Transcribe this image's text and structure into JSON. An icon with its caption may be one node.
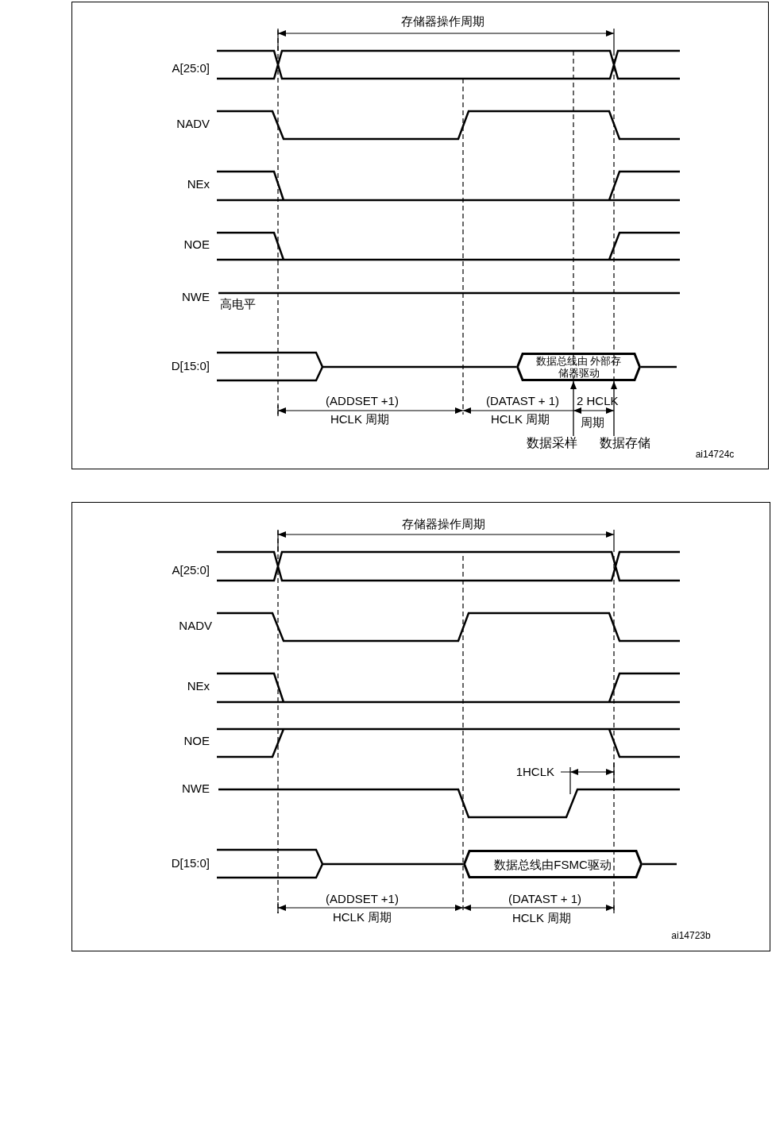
{
  "diagram": {
    "nodes": [
      {
        "text": [],
        "shape": "box"
      },
      {
        "text": [
          "数据总线由 外部存储器驱动"
        ],
        "in": 0
      },
      {
        "text": [
          "数据采样"
        ],
        "in": 0
      },
      {
        "text": [
          "数据存储"
        ],
        "in": 0
      },
      {
        "text": [],
        "shape": "box"
      },
      {
        "text": [
          "数据总线由FSMC驱动"
        ],
        "in": 4
      }
    ],
    "edges": [
      {
        "from": 2,
        "to": 1,
        "arrow": "to"
      },
      {
        "from": 3,
        "to": 1,
        "arrow": "to"
      }
    ],
    "labels": [
      "存储器操作周期",
      "A[25:0]",
      "NADV",
      "NEx",
      "NOE",
      "NWE",
      "高电平",
      "D[15:0]",
      "(ADDSET +1)",
      "(DATAST + 1)",
      "2 HCLK",
      "HCLK 周期",
      "HCLK 周期",
      "周期",
      "ai14724c",
      "存储器操作周期",
      "A[25:0]",
      "NADV",
      "NEx",
      "NOE",
      "1HCLK",
      "NWE",
      "D[15:0]",
      "(ADDSET +1)",
      "(DATAST + 1)",
      "HCLK 周期",
      "HCLK 周期",
      "ai14723b"
    ]
  }
}
